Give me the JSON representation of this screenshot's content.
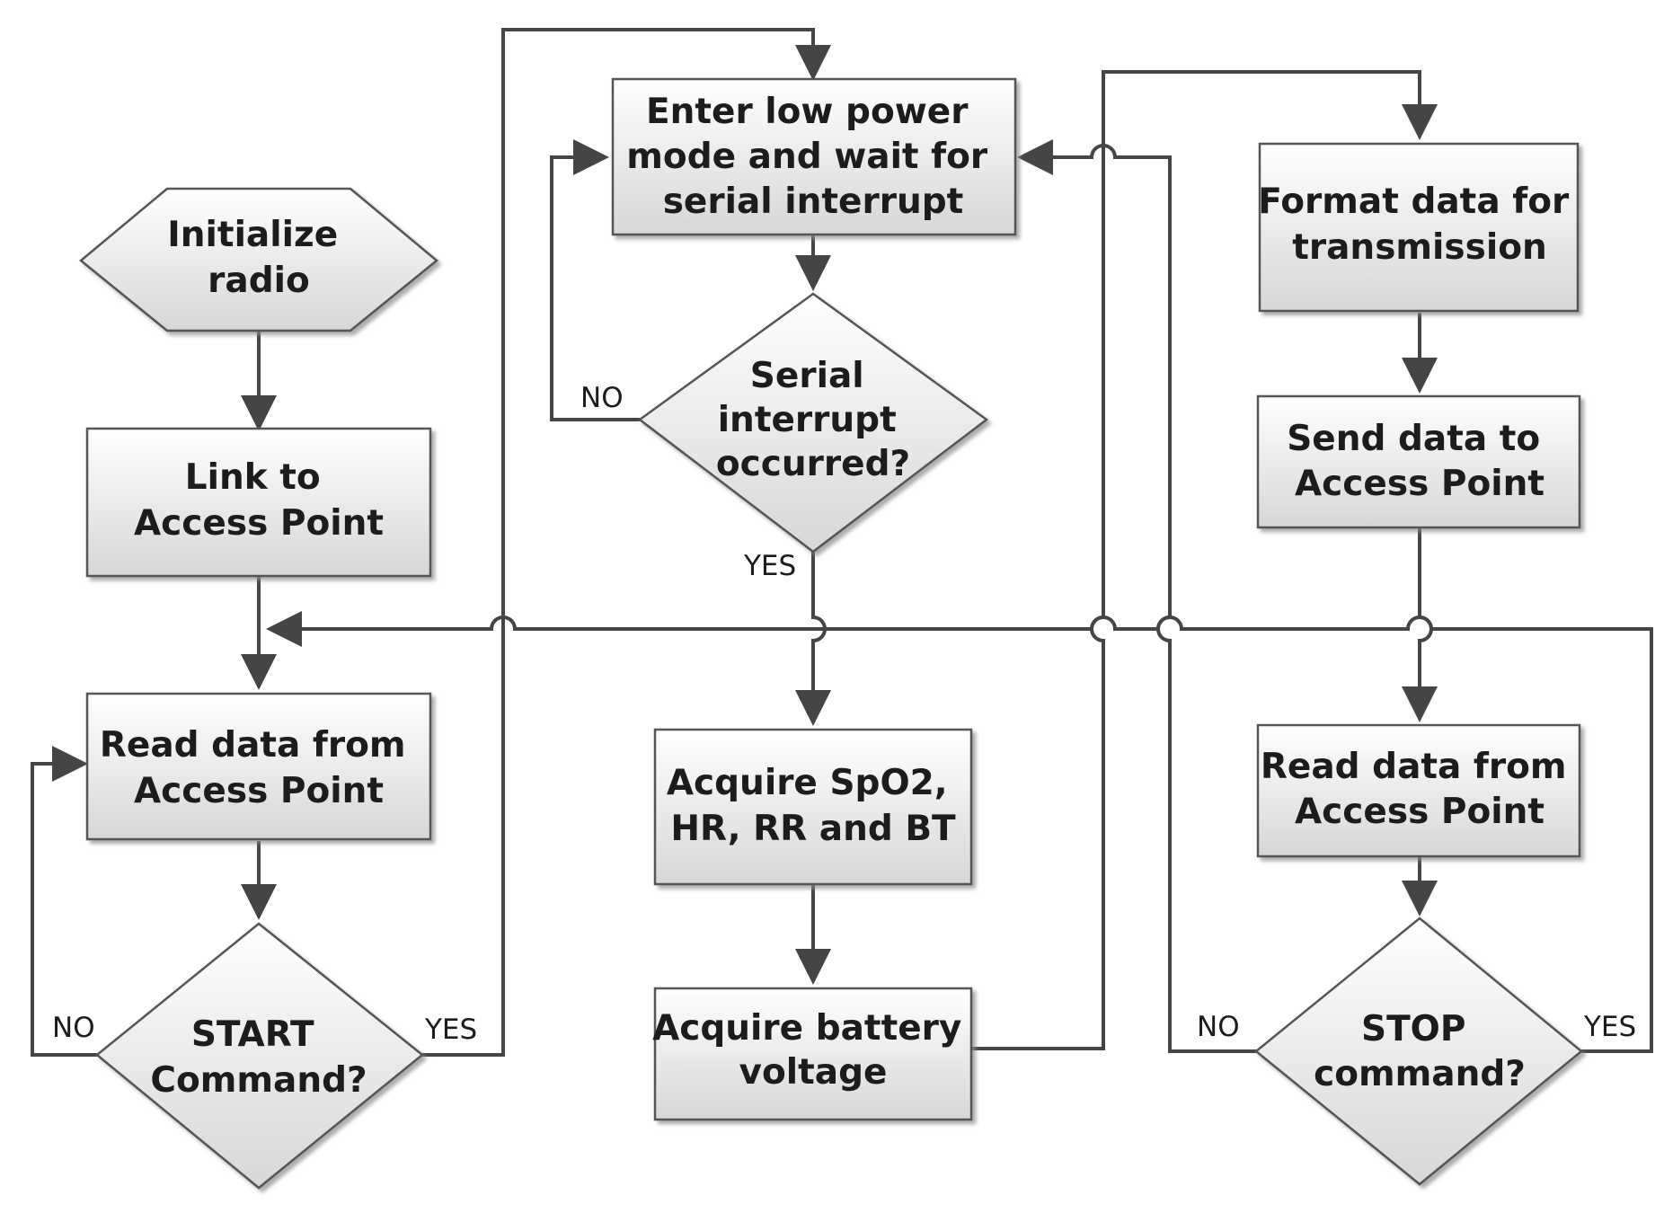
{
  "nodes": {
    "init_radio": {
      "lines": [
        "Initialize",
        "radio"
      ]
    },
    "link_ap": {
      "lines": [
        "Link to",
        "Access Point"
      ]
    },
    "read_ap_left": {
      "lines": [
        "Read data from",
        "Access Point"
      ]
    },
    "start_cmd": {
      "lines": [
        "START",
        "Command?"
      ]
    },
    "low_power": {
      "lines": [
        "Enter low power",
        "mode and wait for",
        "serial interrupt"
      ]
    },
    "serial_q": {
      "lines": [
        "Serial",
        "interrupt",
        "occurred?"
      ]
    },
    "acquire_vitals": {
      "lines": [
        "Acquire SpO2,",
        "HR, RR and BT"
      ]
    },
    "acquire_batt": {
      "lines": [
        "Acquire battery",
        "voltage"
      ]
    },
    "format_data": {
      "lines": [
        "Format data for",
        "transmission"
      ]
    },
    "send_data": {
      "lines": [
        "Send data to",
        "Access Point"
      ]
    },
    "read_ap_right": {
      "lines": [
        "Read data from",
        "Access Point"
      ]
    },
    "stop_cmd": {
      "lines": [
        "STOP",
        "command?"
      ]
    }
  },
  "edge_labels": {
    "start_no": "NO",
    "start_yes": "YES",
    "serial_no": "NO",
    "serial_yes": "YES",
    "stop_no": "NO",
    "stop_yes": "YES"
  },
  "colors": {
    "box_top": "#ffffff",
    "box_bottom": "#d7d7d7",
    "stroke": "#454545",
    "text": "#1c1c1c"
  }
}
